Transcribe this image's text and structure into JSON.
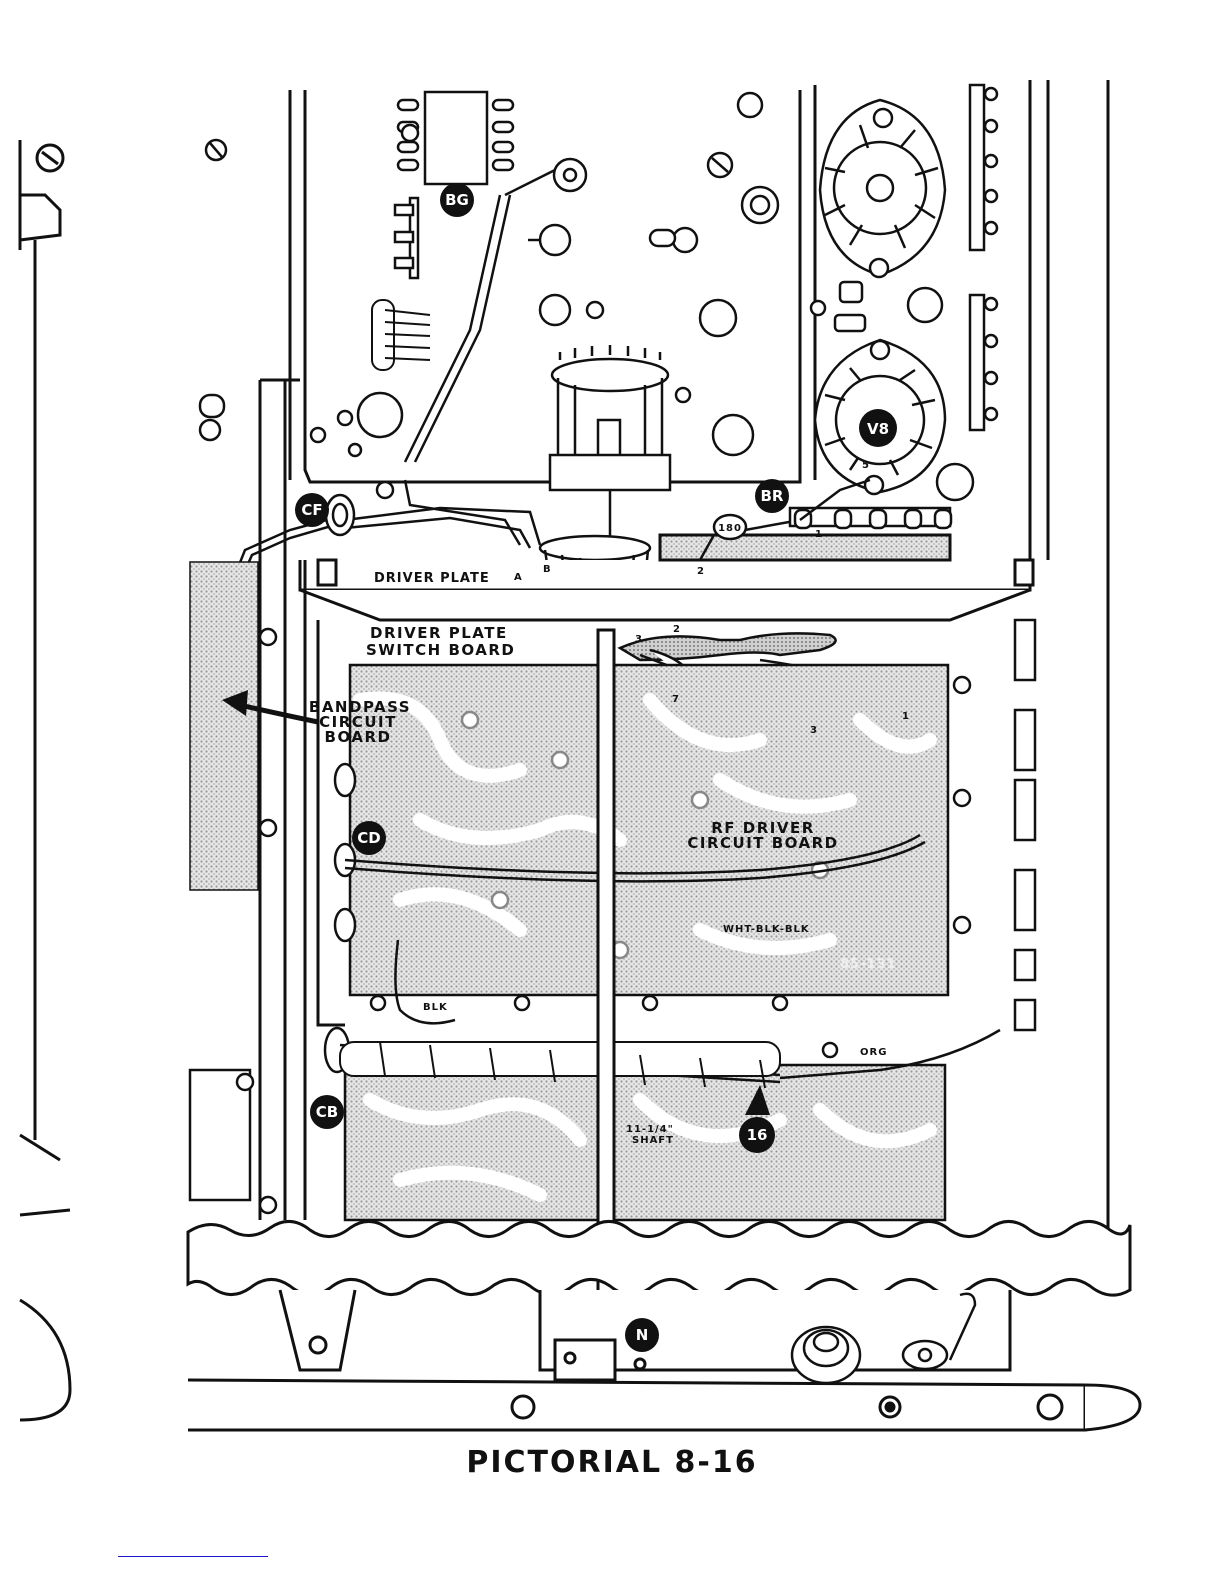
{
  "caption": "PICTORIAL 8-16",
  "labels": {
    "driver_plate": "DRIVER PLATE",
    "switch_board_line1": "DRIVER PLATE",
    "switch_board_line2": "SWITCH BOARD",
    "bandpass_line1": "BANDPASS",
    "bandpass_line2": "CIRCUIT",
    "bandpass_line3": "BOARD",
    "rf_driver_line1": "RF DRIVER",
    "rf_driver_line2": "CIRCUIT BOARD",
    "wire_wht_blk_blk": "WHT-BLK-BLK",
    "wire_blk": "BLK",
    "wire_org": "ORG",
    "shaft_line1": "11-1/4\"",
    "shaft_line2": "SHAFT",
    "board_number": "85-131",
    "resistor_value": "180"
  },
  "badges": {
    "bg": "BG",
    "cf": "CF",
    "br": "BR",
    "v8": "V8",
    "cd": "CD",
    "cb": "CB",
    "step16": "16",
    "n": "N"
  },
  "pin_labels": {
    "a": "A",
    "b": "B",
    "two_bottom": "2",
    "one_strip": "1",
    "five_socket": "5",
    "three_left": "3",
    "two_top": "2",
    "seven": "7",
    "three_right": "3",
    "one_right": "1"
  }
}
